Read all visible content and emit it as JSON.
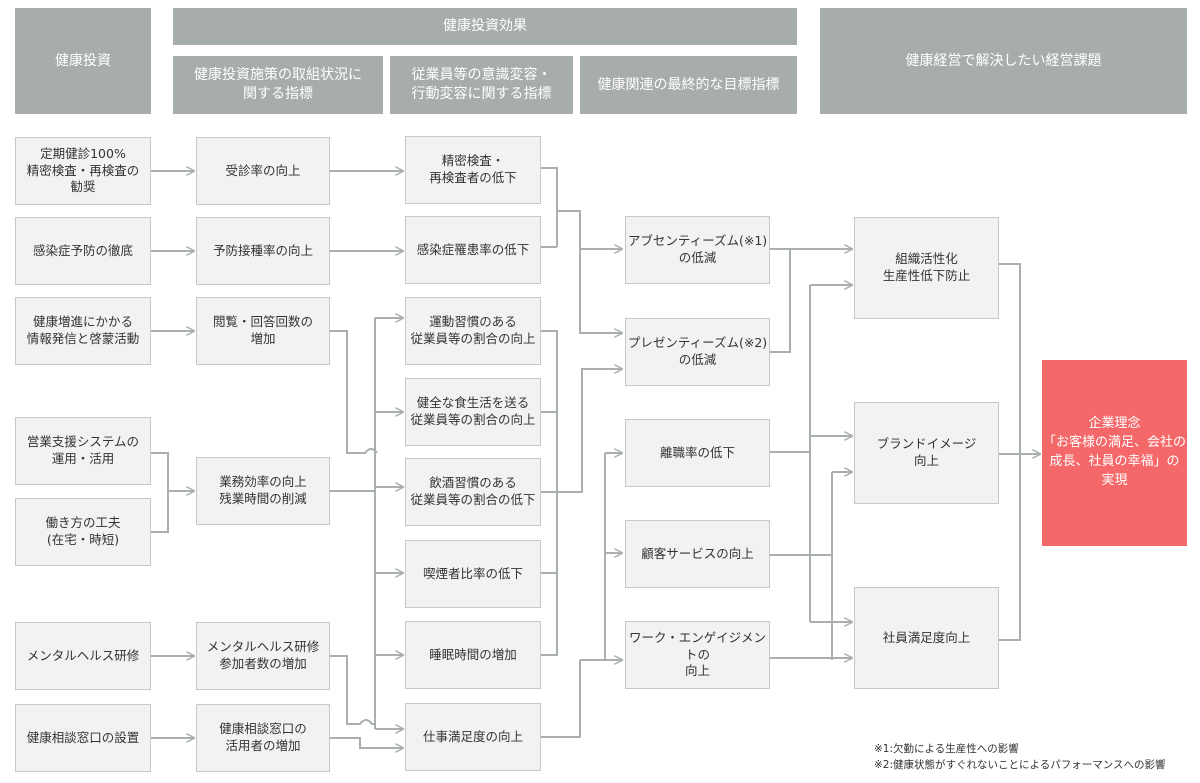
{
  "headers": {
    "investment": "健康投資",
    "effect": "健康投資効果",
    "effect_col1": "健康投資施策の取組状況に\n関する指標",
    "effect_col2": "従業員等の意識変容・\n行動変容に関する指標",
    "effect_col3": "健康関連の最終的な目標指標",
    "issues": "健康経営で解決したい経営課題"
  },
  "col1": [
    "定期健診100%\n精密検査・再検査の\n勧奨",
    "感染症予防の徹底",
    "健康増進にかかる\n情報発信と啓蒙活動",
    "営業支援システムの\n運用・活用",
    "働き方の工夫\n(在宅・時短)",
    "メンタルヘルス研修",
    "健康相談窓口の設置"
  ],
  "col2": [
    "受診率の向上",
    "予防接種率の向上",
    "閲覧・回答回数の\n増加",
    "業務効率の向上\n残業時間の削減",
    "メンタルヘルス研修\n参加者数の増加",
    "健康相談窓口の\n活用者の増加"
  ],
  "col3": [
    "精密検査・\n再検査者の低下",
    "感染症罹患率の低下",
    "運動習慣のある\n従業員等の割合の向上",
    "健全な食生活を送る\n従業員等の割合の向上",
    "飲酒習慣のある\n従業員等の割合の低下",
    "喫煙者比率の低下",
    "睡眠時間の増加",
    "仕事満足度の向上"
  ],
  "col4": [
    "アブセンティーズム(※1)\nの低減",
    "プレゼンティーズム(※2)\nの低減",
    "離職率の低下",
    "顧客サービスの向上",
    "ワーク・エンゲイジメントの\n向上"
  ],
  "col5": [
    "組織活性化\n生産性低下防止",
    "ブランドイメージ\n向上",
    "社員満足度向上"
  ],
  "goal": "企業理念\n「お客様の満足、会社の\n成長、社員の幸福」の\n実現",
  "notes": [
    "※1:欠勤による生産性への影響",
    "※2:健康状態がすぐれないことによるパフォーマンスへの影響"
  ],
  "colors": {
    "header": "#a7adab",
    "box": "#f2f2f2",
    "line": "#a9afad",
    "goal": "#f4686a"
  }
}
